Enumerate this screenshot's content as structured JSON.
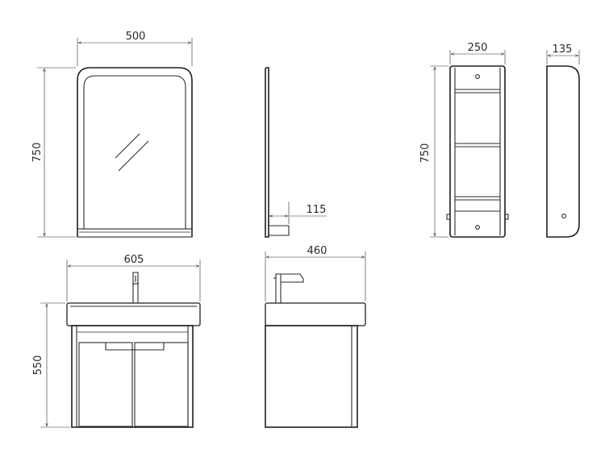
{
  "dimensions": {
    "mirror_width": "500",
    "mirror_height": "750",
    "mirror_shelf_depth": "115",
    "cabinet_width": "250",
    "cabinet_depth": "135",
    "cabinet_height": "750",
    "vanity_width": "605",
    "vanity_depth": "460",
    "vanity_height": "550"
  }
}
